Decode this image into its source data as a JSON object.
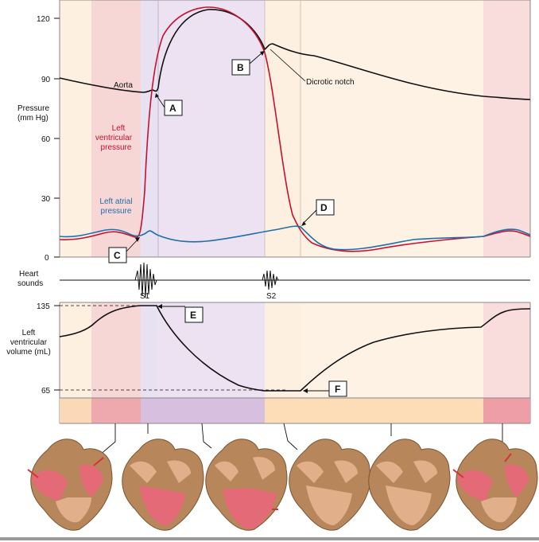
{
  "pressure_panel": {
    "y_ticks": [
      "120",
      "90",
      "60",
      "30",
      "0"
    ],
    "y_label_line1": "Pressure",
    "y_label_line2": "(mm Hg)"
  },
  "curve_labels": {
    "aorta": "Aorta",
    "lv_line1": "Left",
    "lv_line2": "ventricular",
    "lv_line3": "pressure",
    "la_line1": "Left atrial",
    "la_line2": "pressure",
    "dicrotic": "Dicrotic notch"
  },
  "callouts": [
    "A",
    "B",
    "C",
    "D",
    "E",
    "F"
  ],
  "heart_sounds": {
    "label_line1": "Heart",
    "label_line2": "sounds",
    "s1": "S1",
    "s2": "S2"
  },
  "volume_panel": {
    "y_ticks": [
      "135",
      "65"
    ],
    "label_line1": "Left",
    "label_line2": "ventricular",
    "label_line3": "volume (mL)"
  },
  "colors": {
    "phase_atrial": "#f7d6d6",
    "phase_isovol": "#e7e1f1",
    "phase_ejection": "#ece2f1",
    "phase_filling": "#fdf0e1",
    "aorta_line": "#111111",
    "lv_line": "#c8102e",
    "la_line": "#1f6fa8",
    "heart_muscle": "#b7865a",
    "heart_chamber_red": "#e46a78"
  }
}
